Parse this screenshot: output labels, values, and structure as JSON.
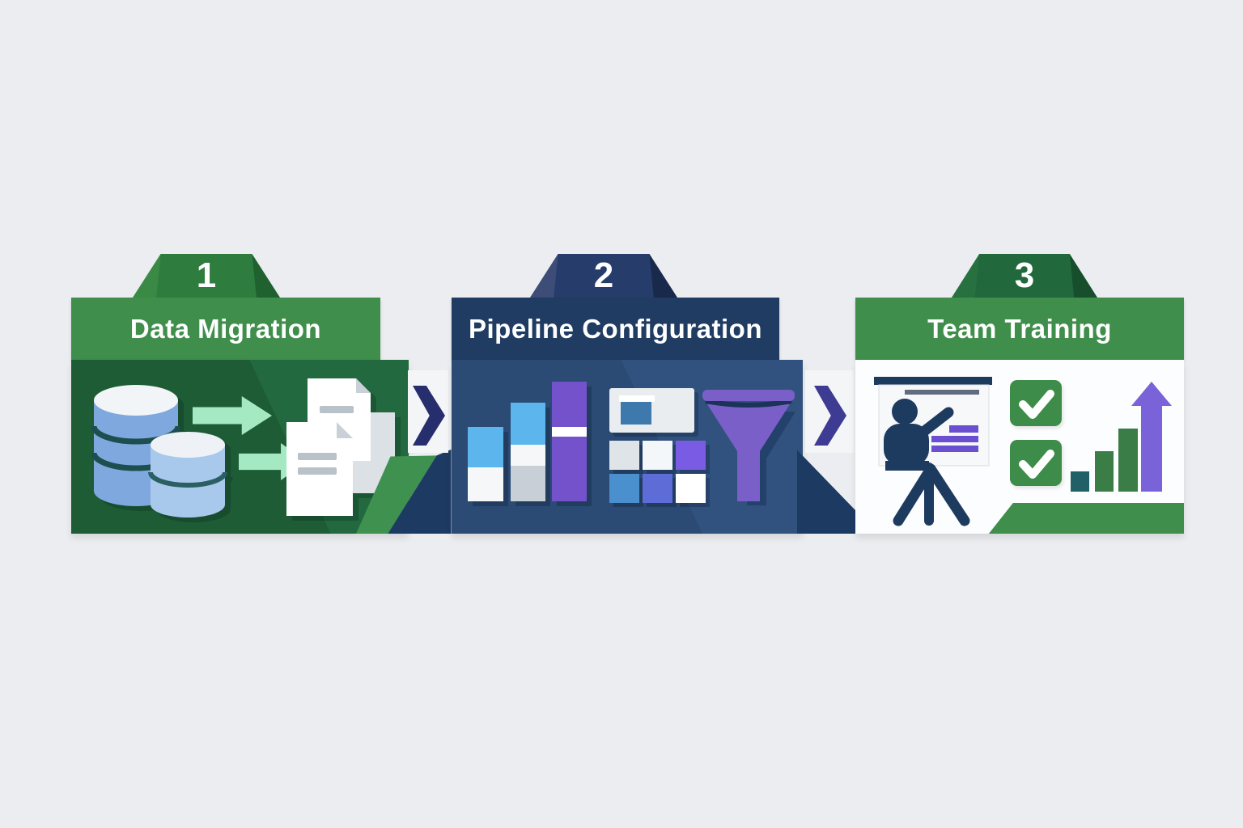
{
  "background_color": "#ebedf0",
  "steps": [
    {
      "number": "1",
      "title": "Data Migration",
      "theme_colors": {
        "tab": "#2e7d3e",
        "header": "#3f8e4b",
        "body": "#1e5c36"
      },
      "icons": [
        "database-stack-icon",
        "transfer-arrow-icon",
        "documents-icon"
      ],
      "icon_colors": {
        "database_blue": "#7fa9de",
        "database_blue_light": "#a9c9ec",
        "database_top": "#f2f5f7",
        "arrow_mint": "#a5e9c3",
        "document_white": "#ffffff"
      }
    },
    {
      "number": "2",
      "title": "Pipeline Configuration",
      "theme_colors": {
        "tab": "#263d6b",
        "header": "#203c63",
        "body": "#2b4a74"
      },
      "icons": [
        "bar-chart-icon",
        "module-grid-icon",
        "funnel-icon"
      ],
      "icon_colors": {
        "bar_blue": "#5cb5ec",
        "bar_gray": "#c9cfd6",
        "bar_purple": "#7452cc",
        "grid_blue": "#4a90cf",
        "grid_indigo": "#5e6cd8",
        "grid_purple": "#7a5ce4",
        "funnel_purple": "#7a5fc8"
      }
    },
    {
      "number": "3",
      "title": "Team Training",
      "theme_colors": {
        "tab": "#21683c",
        "header": "#3f8e4b",
        "body": "#fcfdfe",
        "footer_strip": "#3f8e4b"
      },
      "icons": [
        "presenter-icon",
        "checkmark-icon",
        "checkmark-icon",
        "growth-arrow-chart-icon"
      ],
      "icon_colors": {
        "check_green": "#3e8c49",
        "figure_navy": "#1d3a5f",
        "slide_line_purple": "#6a4fd0",
        "arrow_purple": "#7a62d8",
        "bar_green": "#3a7d47",
        "bar_teal": "#216066"
      }
    }
  ],
  "connectors": [
    {
      "icon": "chevron-right-icon",
      "color": "#272e6e"
    },
    {
      "icon": "chevron-right-icon",
      "color": "#3d3c92"
    }
  ]
}
